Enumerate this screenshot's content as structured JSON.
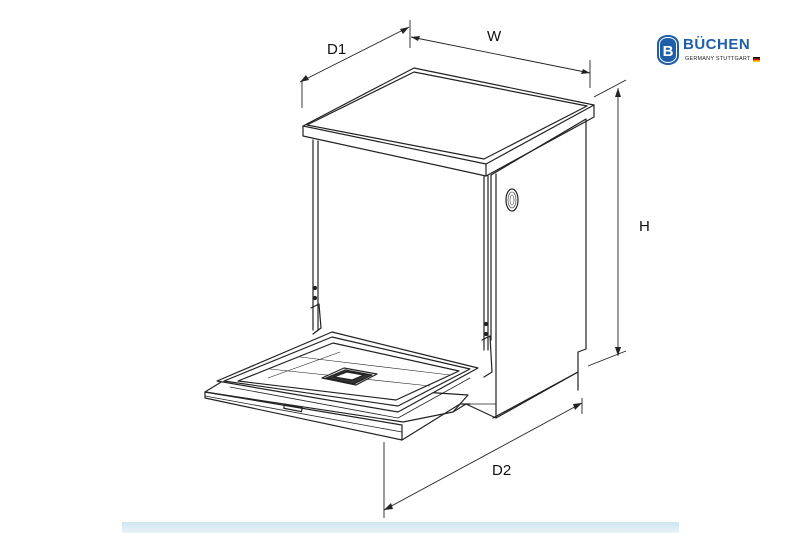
{
  "dimensions": {
    "d1": "D1",
    "w": "W",
    "h": "H",
    "d2": "D2"
  },
  "logo": {
    "brand": "BÜCHEN",
    "tagline": "GERMANY STUTTGART",
    "emblem_icon": "b-shield-icon",
    "flag_icon": "german-flag-icon"
  },
  "colors": {
    "line": "#222222",
    "brand_blue": "#1f5fa8",
    "band": "#cfe6ee"
  }
}
